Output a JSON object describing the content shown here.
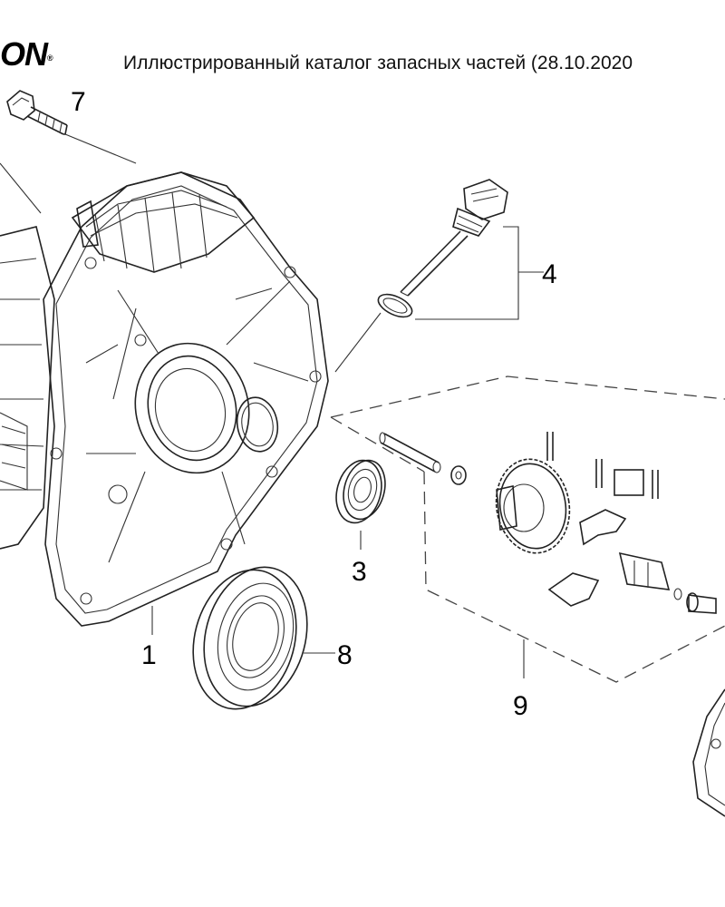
{
  "header": {
    "logo_text": "ON",
    "title": "Иллюстрированный каталог запасных частей (28.10.2020"
  },
  "callouts": {
    "c1": "1",
    "c3": "3",
    "c4": "4",
    "c7": "7",
    "c8": "8",
    "c9": "9"
  }
}
